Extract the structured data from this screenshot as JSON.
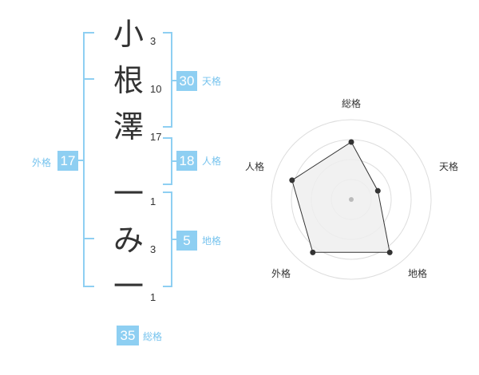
{
  "name": {
    "chars": [
      {
        "char": "小",
        "strokes": "3"
      },
      {
        "char": "根",
        "strokes": "10"
      },
      {
        "char": "澤",
        "strokes": "17"
      },
      {
        "char": "一",
        "strokes": "1"
      },
      {
        "char": "み",
        "strokes": "3"
      },
      {
        "char": "一",
        "strokes": "1"
      }
    ]
  },
  "scores": {
    "tenkaku": {
      "label": "天格",
      "value": "30"
    },
    "jinkaku": {
      "label": "人格",
      "value": "18"
    },
    "chikaku": {
      "label": "地格",
      "value": "5"
    },
    "gaikaku": {
      "label": "外格",
      "value": "17"
    },
    "soukaku": {
      "label": "総格",
      "value": "35"
    }
  },
  "chart_data": {
    "type": "radar",
    "axes": [
      "総格",
      "天格",
      "地格",
      "外格",
      "人格"
    ],
    "values": [
      0.72,
      0.35,
      0.82,
      0.82,
      0.78
    ],
    "range": [
      0,
      1
    ],
    "rings": 4,
    "colors": {
      "fill": "#eeeeee",
      "stroke": "#333333",
      "ring": "#dddddd",
      "center": "#bbbbbb"
    }
  },
  "colors": {
    "accent": "#8ecff2",
    "label": "#76c3ee",
    "text": "#333333"
  }
}
